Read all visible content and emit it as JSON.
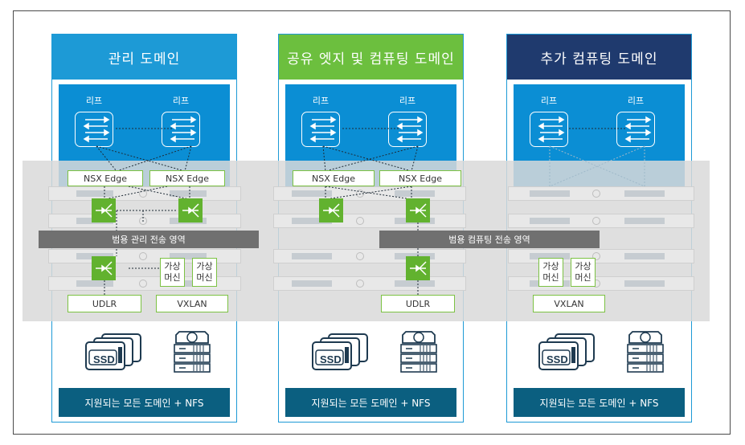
{
  "colors": {
    "management_header": "#1d9ad6",
    "shared_header": "#6cbf3e",
    "compute_header": "#1f3a6e",
    "leaf_area": "#0b8ed4",
    "storage_bar": "#0b5f80",
    "router": "#62b22f",
    "transport_zone": "#707070"
  },
  "domains": [
    {
      "title": "관리 도메인",
      "leaf_labels": [
        "리프",
        "리프"
      ],
      "edges": [
        "NSX Edge",
        "NSX Edge"
      ],
      "vms": [
        "가상 머신",
        "가상 머신"
      ],
      "bottom_boxes": [
        "UDLR",
        "VXLAN"
      ],
      "storage_icon": "SSD",
      "footer": "지원되는 모든 도메인 + NFS"
    },
    {
      "title": "공유 엣지 및 컴퓨팅 도메인",
      "leaf_labels": [
        "리프",
        "리프"
      ],
      "edges": [
        "NSX Edge",
        "NSX Edge"
      ],
      "bottom_boxes": [
        "UDLR"
      ],
      "storage_icon": "SSD",
      "footer": "지원되는 모든 도메인 + NFS"
    },
    {
      "title": "추가 컴퓨팅 도메인",
      "leaf_labels": [
        "리프",
        "리프"
      ],
      "vms": [
        "가상 머신",
        "가상 머신"
      ],
      "bottom_boxes": [
        "VXLAN"
      ],
      "storage_icon": "SSD",
      "footer": "지원되는 모든 도메인 + NFS"
    }
  ],
  "transport_zones": [
    "범용 관리 전송 영역",
    "범용 컴퓨팅 전송 영역"
  ],
  "icons": {
    "switch": "leaf-switch-icon",
    "router": "distributed-router-icon",
    "ssd": "ssd-stack-icon",
    "nfs": "nfs-storage-icon"
  }
}
